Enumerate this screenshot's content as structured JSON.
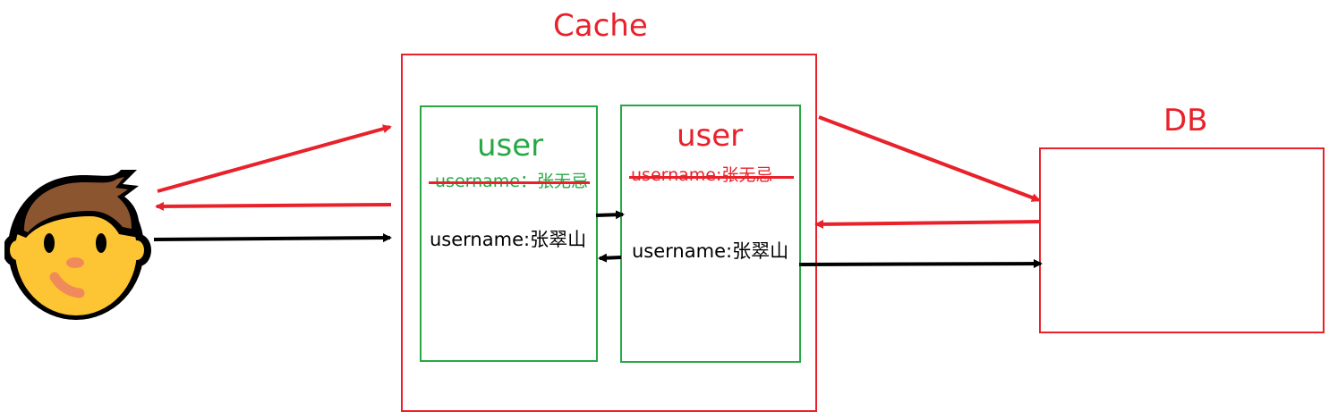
{
  "diagram": {
    "cache_title": "Cache",
    "db_title": "DB",
    "old_user_entry": {
      "label": "user",
      "old_value": "username：张无忌",
      "new_value": "username:张翠山"
    },
    "new_user_entry": {
      "label": "user",
      "old_value": "username:张无忌",
      "new_value": "username:张翠山"
    },
    "person_icon": "person-face-icon",
    "colors": {
      "red": "#e8212a",
      "green": "#27a844",
      "black": "#000000",
      "skin": "#fdc434",
      "hair": "#8b5530"
    }
  }
}
